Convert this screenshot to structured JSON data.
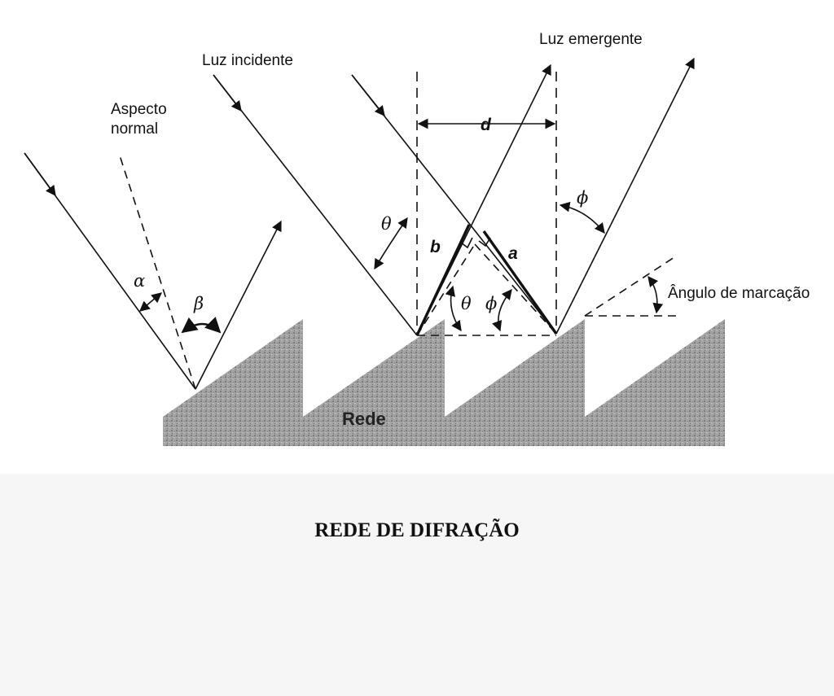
{
  "caption": "REDE DE DIFRAÇÃO",
  "labels": {
    "luz_incidente": "Luz incidente",
    "luz_emergente": "Luz emergente",
    "aspecto_normal_line1": "Aspecto",
    "aspecto_normal_line2": "normal",
    "angulo_marcacao": "Ângulo de marcação",
    "rede": "Rede",
    "d": "d",
    "a": "a",
    "b": "b",
    "alpha": "α",
    "beta": "β",
    "theta": "θ",
    "phi": "ϕ"
  },
  "colors": {
    "ink": "#111111",
    "grating_fill": "#9a9a9a",
    "caption_background": "#f6f6f6"
  }
}
